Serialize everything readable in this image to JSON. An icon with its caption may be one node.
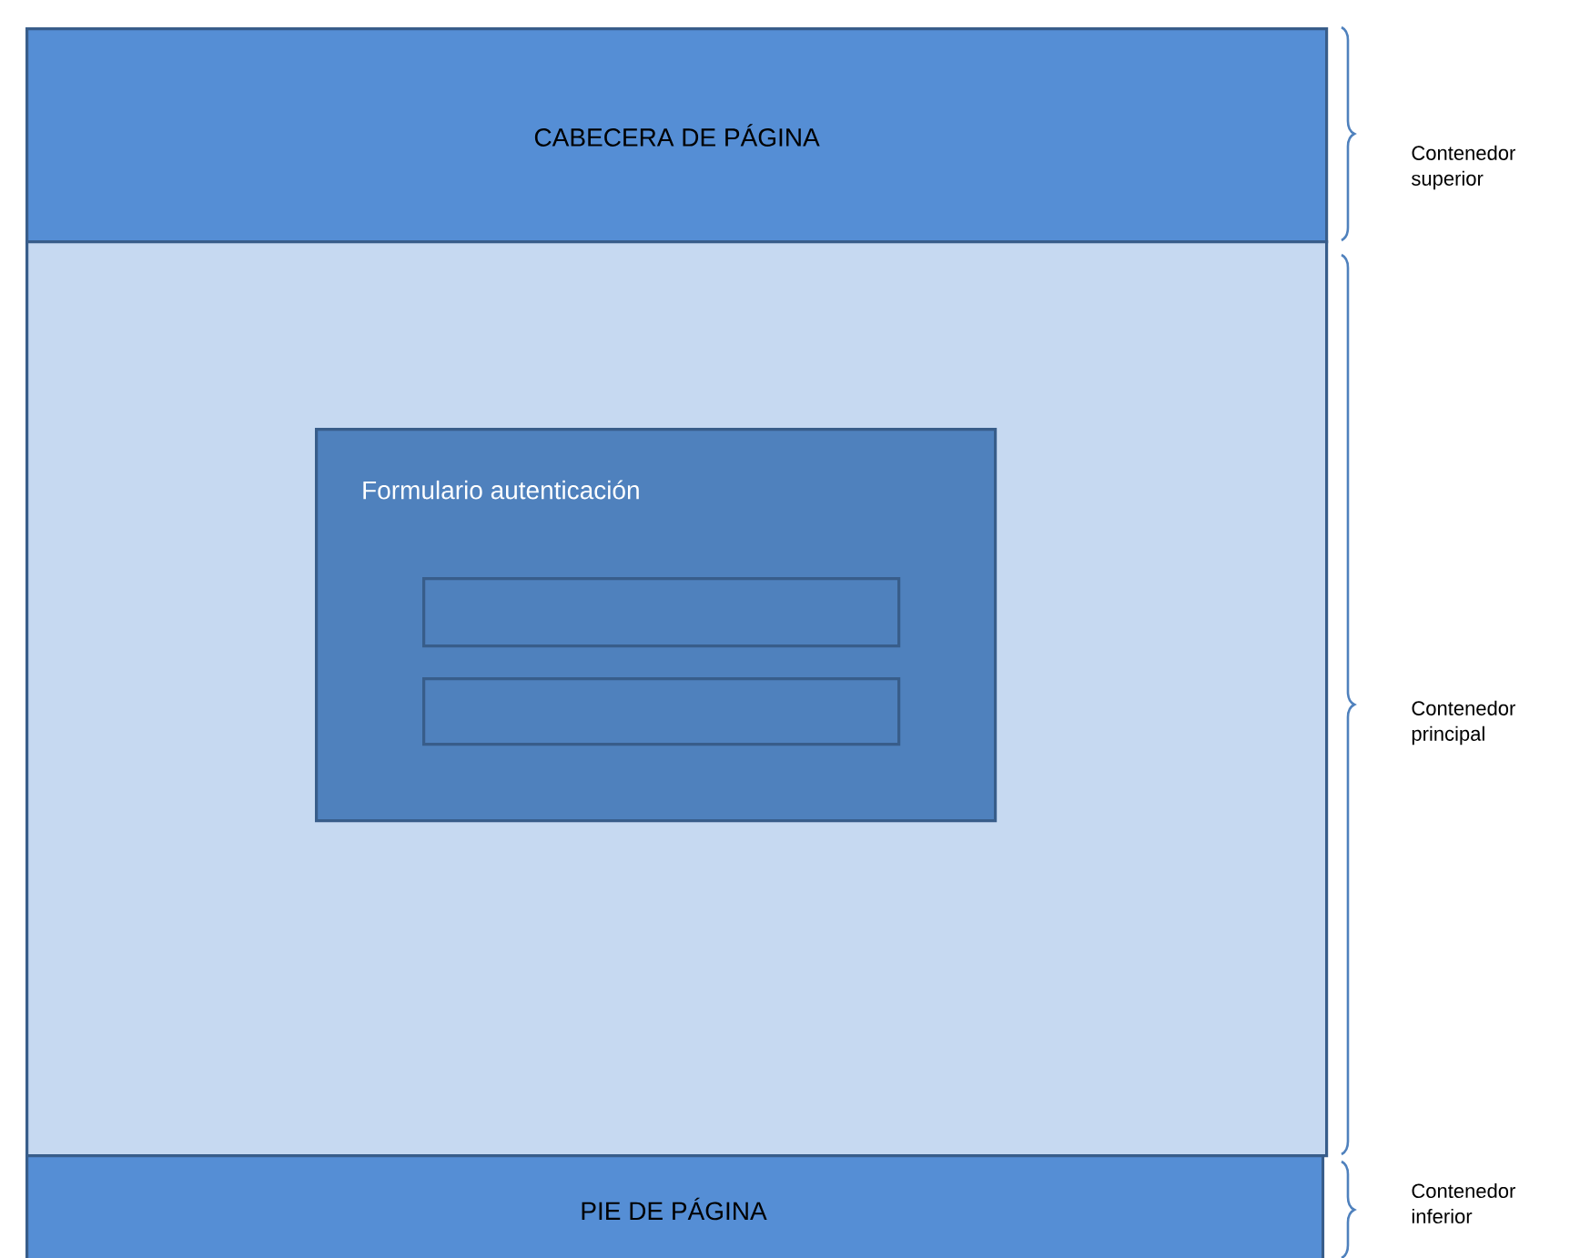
{
  "diagram": {
    "nodes": [
      {
        "text": [
          "CABECERA DE PÁGINA"
        ]
      },
      {
        "text": [],
        "shape": "box"
      },
      {
        "text": [
          "Formulario autenticación"
        ],
        "in": 1
      },
      {
        "text": [],
        "shape": "box",
        "in": 2
      },
      {
        "text": [],
        "shape": "box",
        "in": 2
      },
      {
        "text": [
          "PIE DE PÁGINA"
        ]
      }
    ],
    "labels": [
      "Contenedor superior",
      "Contenedor principal",
      "Contenedor inferior"
    ]
  }
}
